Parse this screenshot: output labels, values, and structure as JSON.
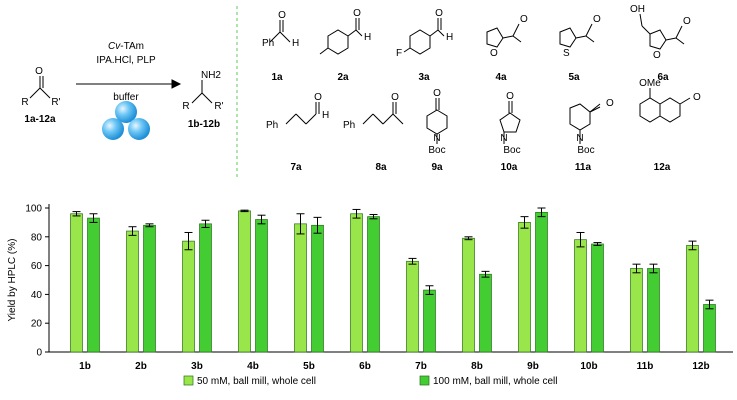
{
  "scheme": {
    "reagent_catalyst": "Cv-TAm",
    "reagent_catalyst_prefix": "Cv",
    "reagent_catalyst_suffix": "-TAm",
    "reagents": "IPA.HCl, PLP",
    "solvent": "buffer",
    "substrate_atoms": [
      "O",
      "R",
      "R'"
    ],
    "product_atoms": [
      "NH2",
      "R",
      "R'"
    ],
    "substrate_label": "1a-12a",
    "product_label": "1b-12b"
  },
  "substrates": {
    "row1_labels": [
      "1a",
      "2a",
      "3a",
      "4a",
      "5a",
      "6a"
    ],
    "row2_labels": [
      "7a",
      "8a",
      "9a",
      "10a",
      "11a",
      "12a"
    ],
    "atom_text": {
      "ph": "Ph",
      "h": "H",
      "o": "O",
      "f": "F",
      "s": "S",
      "oh": "OH",
      "n": "N",
      "boc": "Boc",
      "ome": "OMe"
    }
  },
  "chart_data": {
    "type": "bar",
    "ylabel": "Yield by HPLC (%)",
    "xlabel": "",
    "ylim": [
      0,
      100
    ],
    "yticks": [
      0,
      20,
      40,
      60,
      80,
      100
    ],
    "categories": [
      "1b",
      "2b",
      "3b",
      "4b",
      "5b",
      "6b",
      "7b",
      "8b",
      "9b",
      "10b",
      "11b",
      "12b"
    ],
    "series": [
      {
        "name": "50 mM, ball mill, whole cell",
        "color": "#99e64a",
        "values": [
          96,
          84,
          77,
          98,
          89,
          96,
          63,
          79,
          90,
          78,
          58,
          74
        ],
        "errors": [
          1.5,
          3,
          6,
          0.5,
          7,
          3,
          2,
          1,
          4,
          5,
          3,
          3
        ]
      },
      {
        "name": "100 mM, ball mill, whole cell",
        "color": "#44cc33",
        "values": [
          93,
          88,
          89,
          92,
          88,
          94,
          43,
          54,
          97,
          75,
          58,
          33
        ],
        "errors": [
          3,
          1,
          2.5,
          3,
          5.5,
          1.5,
          3,
          2,
          3,
          1,
          3,
          3
        ]
      }
    ],
    "legend_position": "bottom",
    "grid": false
  }
}
